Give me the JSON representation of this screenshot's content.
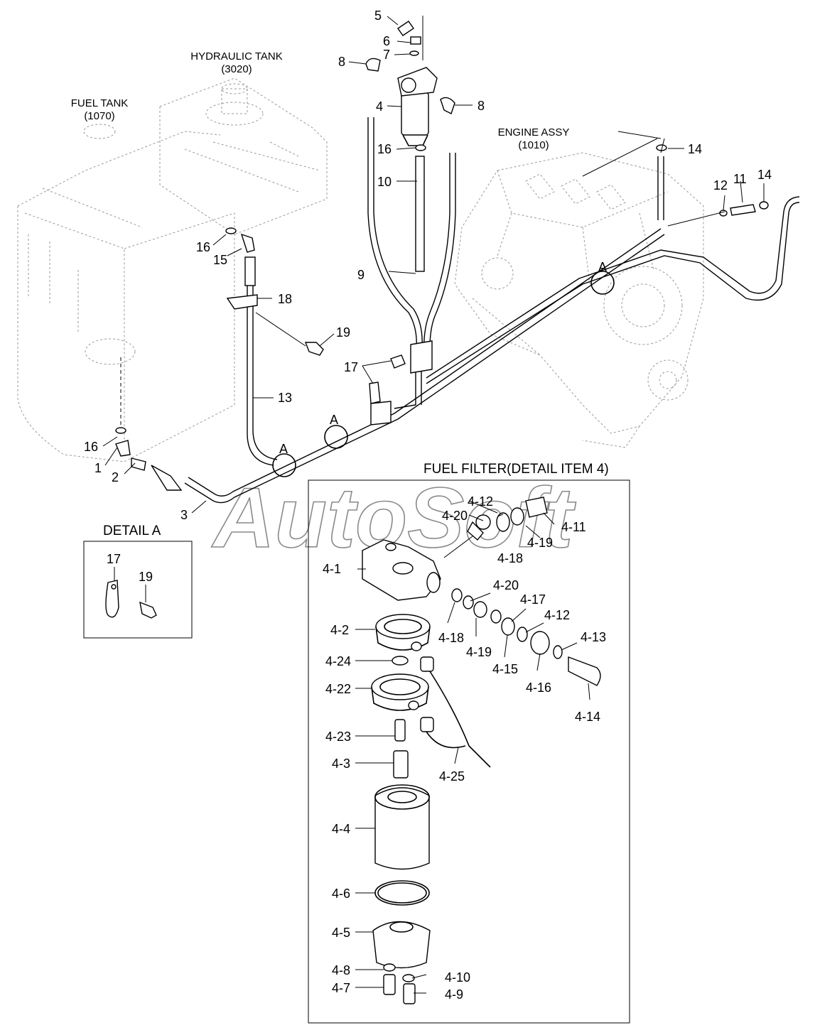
{
  "headers": {
    "fuel_tank": "FUEL TANK",
    "fuel_tank_code": "(1070)",
    "hydraulic_tank": "HYDRAULIC TANK",
    "hydraulic_tank_code": "(3020)",
    "engine_assy": "ENGINE ASSY",
    "engine_assy_code": "(1010)",
    "detail_a": "DETAIL  A",
    "fuel_filter_detail": "FUEL FILTER(DETAIL ITEM 4)"
  },
  "watermark": "AutoSoft",
  "section_marks": {
    "a1": "A",
    "a2": "A",
    "a3": "A"
  },
  "callouts": {
    "c5": "5",
    "c6": "6",
    "c7": "7",
    "c8a": "8",
    "c8b": "8",
    "c4": "4",
    "c16a": "16",
    "c10": "10",
    "c14a": "14",
    "c12": "12",
    "c11": "11",
    "c14b": "14",
    "c16b": "16",
    "c15": "15",
    "c9": "9",
    "c18": "18",
    "c19": "19",
    "c17": "17",
    "c13": "13",
    "c16c": "16",
    "c1": "1",
    "c2": "2",
    "c3": "3",
    "d17": "17",
    "d19": "19"
  },
  "filter_callouts": {
    "f4_12a": "4-12",
    "f4_20a": "4-20",
    "f4_11": "4-11",
    "f4_19a": "4-19",
    "f4_18a": "4-18",
    "f4_1": "4-1",
    "f4_20b": "4-20",
    "f4_17": "4-17",
    "f4_12b": "4-12",
    "f4_2": "4-2",
    "f4_18b": "4-18",
    "f4_19b": "4-19",
    "f4_13": "4-13",
    "f4_15": "4-15",
    "f4_16": "4-16",
    "f4_24": "4-24",
    "f4_22": "4-22",
    "f4_14": "4-14",
    "f4_23": "4-23",
    "f4_3": "4-3",
    "f4_25": "4-25",
    "f4_4": "4-4",
    "f4_6": "4-6",
    "f4_5": "4-5",
    "f4_8": "4-8",
    "f4_10": "4-10",
    "f4_7": "4-7",
    "f4_9": "4-9"
  }
}
